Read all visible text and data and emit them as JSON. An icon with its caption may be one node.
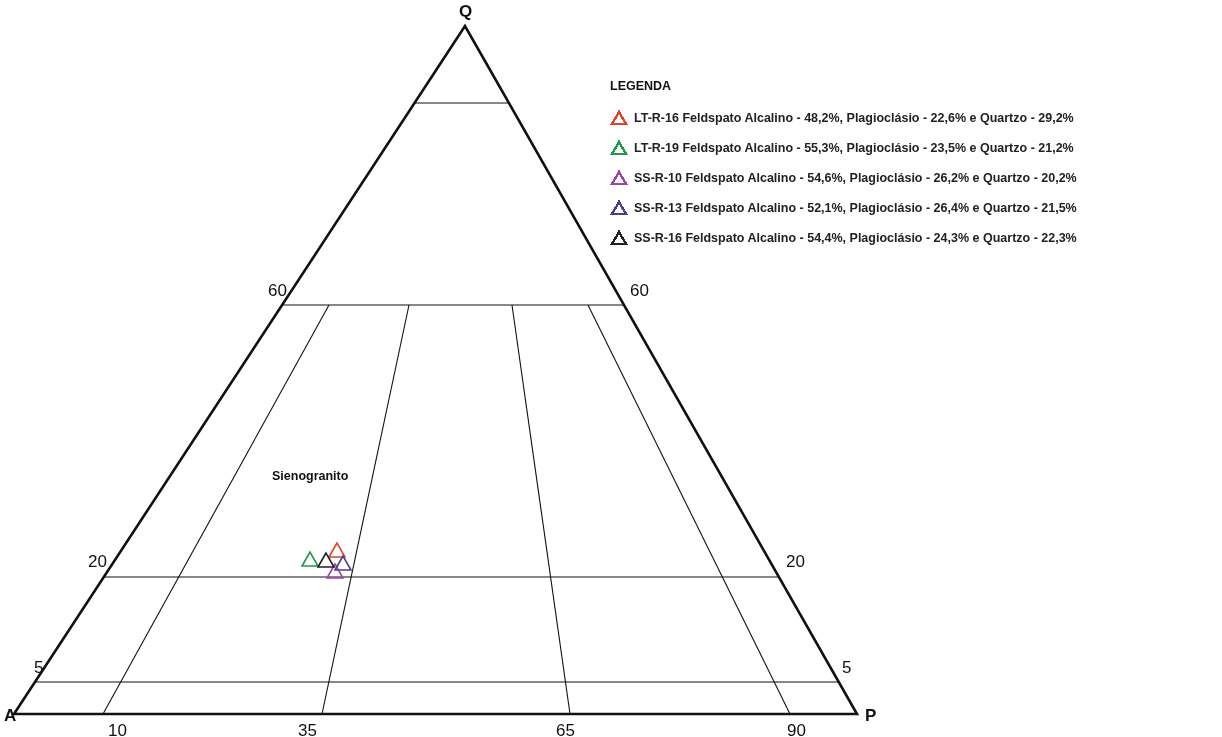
{
  "diagram": {
    "labels": [
      "Q",
      "LEGENDA",
      "60",
      "60",
      "Sienogranito",
      "20",
      "20",
      "5",
      "5",
      "A",
      "P",
      "10",
      "35",
      "65",
      "90"
    ],
    "legend": [
      {
        "text": "LT-R-16 Feldspato Alcalino - 48,2%, Plagioclásio - 22,6% e Quartzo - 29,2%",
        "color": "#e0442c"
      },
      {
        "text": "LT-R-19 Feldspato Alcalino - 55,3%, Plagioclásio - 23,5% e Quartzo - 21,2%",
        "color": "#1f9a4a"
      },
      {
        "text": "SS-R-10 Feldspato Alcalino - 54,6%, Plagioclásio - 26,2% e Quartzo - 20,2%",
        "color": "#a045a8"
      },
      {
        "text": "SS-R-13 Feldspato Alcalino - 52,1%, Plagioclásio - 26,4% e Quartzo - 21,5%",
        "color": "#4a3e8c"
      },
      {
        "text": "SS-R-16 Feldspato Alcalino - 54,4%, Plagioclásio - 24,3% e Quartzo - 22,3%",
        "color": "#222222"
      }
    ]
  }
}
